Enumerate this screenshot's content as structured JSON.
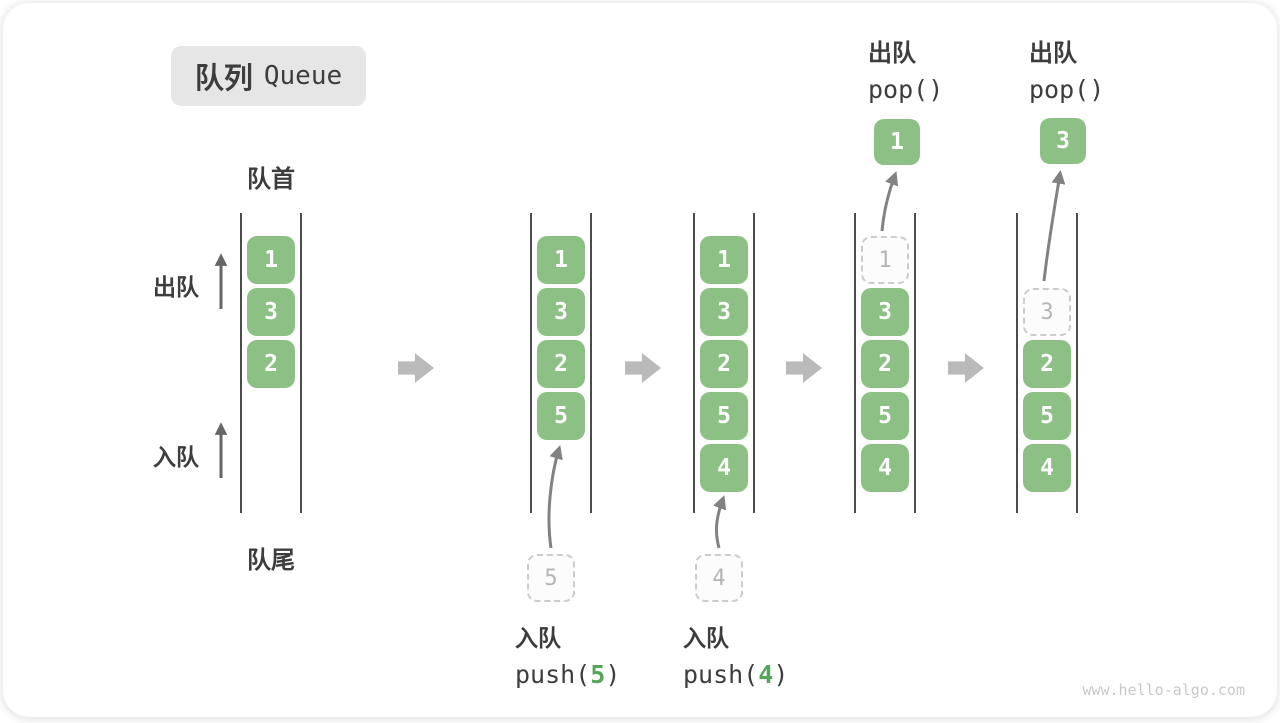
{
  "title": {
    "zh": "队列",
    "en": "Queue"
  },
  "labels": {
    "front": "队首",
    "rear": "队尾",
    "dequeue": "出队",
    "enqueue": "入队"
  },
  "queue_states": [
    {
      "name": "state-1-initial",
      "items": [
        {
          "value": "1",
          "slot": 0
        },
        {
          "value": "3",
          "slot": 1
        },
        {
          "value": "2",
          "slot": 2
        }
      ]
    },
    {
      "name": "state-2-after-push5",
      "items": [
        {
          "value": "1",
          "slot": 0
        },
        {
          "value": "3",
          "slot": 1
        },
        {
          "value": "2",
          "slot": 2
        },
        {
          "value": "5",
          "slot": 3
        }
      ]
    },
    {
      "name": "state-3-after-push4",
      "items": [
        {
          "value": "1",
          "slot": 0
        },
        {
          "value": "3",
          "slot": 1
        },
        {
          "value": "2",
          "slot": 2
        },
        {
          "value": "5",
          "slot": 3
        },
        {
          "value": "4",
          "slot": 4
        }
      ]
    },
    {
      "name": "state-4-pop-1",
      "items": [
        {
          "value": "1",
          "slot": 0,
          "ghost": true
        },
        {
          "value": "3",
          "slot": 1
        },
        {
          "value": "2",
          "slot": 2
        },
        {
          "value": "5",
          "slot": 3
        },
        {
          "value": "4",
          "slot": 4
        }
      ]
    },
    {
      "name": "state-5-pop-3",
      "items": [
        {
          "value": "3",
          "slot": 1,
          "ghost": true
        },
        {
          "value": "2",
          "slot": 2
        },
        {
          "value": "5",
          "slot": 3
        },
        {
          "value": "4",
          "slot": 4
        }
      ]
    }
  ],
  "floating_boxes": [
    {
      "name": "popped-value-1",
      "value": "1",
      "ghost": false
    },
    {
      "name": "popped-value-3",
      "value": "3",
      "ghost": false
    },
    {
      "name": "incoming-value-5",
      "value": "5",
      "ghost": true
    },
    {
      "name": "incoming-value-4",
      "value": "4",
      "ghost": true
    }
  ],
  "operations": {
    "push5": {
      "label": "入队",
      "fn_open": "push(",
      "arg": "5",
      "fn_close": ")"
    },
    "push4": {
      "label": "入队",
      "fn_open": "push(",
      "arg": "4",
      "fn_close": ")"
    },
    "pop1": {
      "label": "出队",
      "code": "pop()"
    },
    "pop2": {
      "label": "出队",
      "code": "pop()"
    }
  },
  "watermark": "www.hello-algo.com",
  "colors": {
    "box_green": "#8cc084",
    "accent_green": "#57a55a",
    "title_bg": "#e6e6e6",
    "label_text": "#3d3d3d",
    "line": "#4c4c4c",
    "block_arrow": "#bababa",
    "arrow_gray": "#828282",
    "side_arrow": "#666666",
    "dashed_border": "#cccccc",
    "dashed_bg": "#fcfcfc",
    "dashed_text": "#b5b5b5",
    "watermark": "#c9c9c9"
  }
}
